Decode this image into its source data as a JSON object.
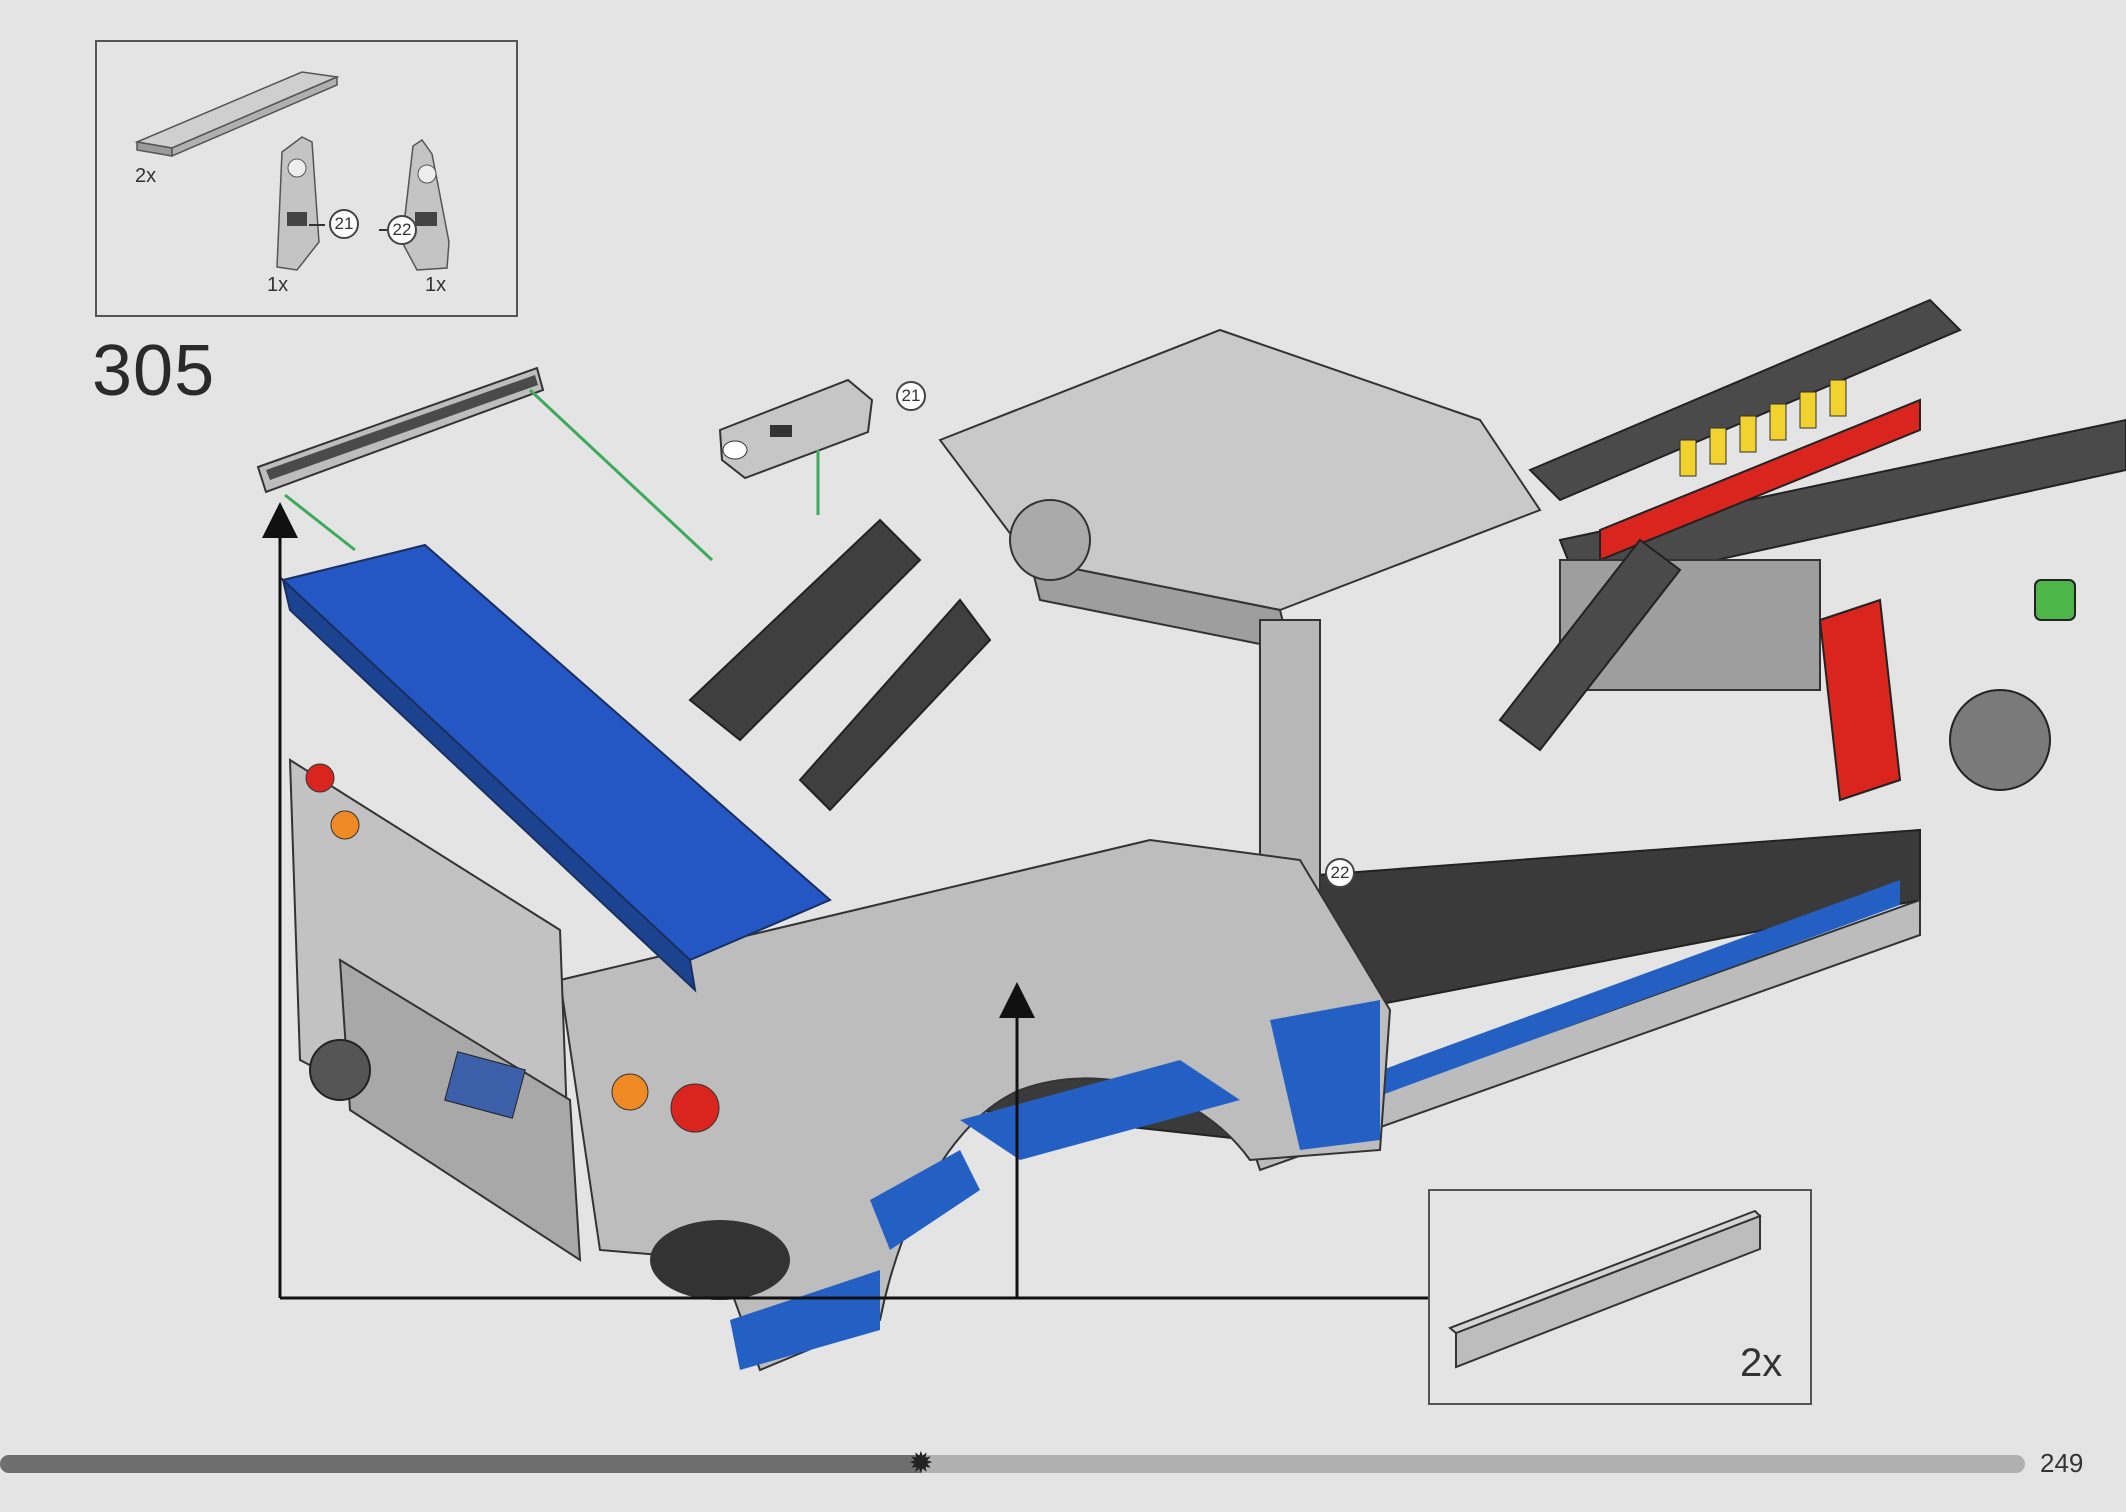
{
  "parts_list": {
    "items": [
      {
        "name": "plate-1x8-light-gray",
        "quantity": "2x"
      },
      {
        "name": "beam-connector-light-gray",
        "quantity": "1x",
        "callout": "21"
      },
      {
        "name": "beam-connector-light-gray-mirror",
        "quantity": "1x",
        "callout": "22"
      }
    ]
  },
  "step": {
    "number": "305"
  },
  "callouts": {
    "left_piece": "21",
    "right_piece": "22"
  },
  "subassembly": {
    "quantity": "2x"
  },
  "footer": {
    "page_number": "249",
    "progress_fraction": 0.455
  },
  "colors": {
    "background": "#e4e4e4",
    "technic_blue": "#2456c4",
    "light_gray": "#bdbdbd",
    "dark_gray": "#4a4a4a",
    "red": "#d9251d",
    "yellow": "#f2d22e",
    "arrow_green": "#3daa5c"
  }
}
